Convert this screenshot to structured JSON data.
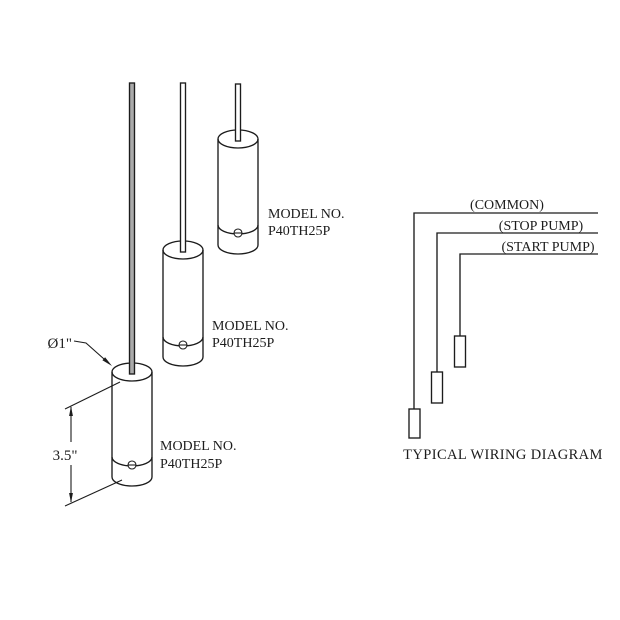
{
  "drawing": {
    "background": "#ffffff",
    "ink": "#1c1c1c"
  },
  "probes": [
    {
      "label_line1": "MODEL NO.",
      "label_line2": "P40TH25P"
    },
    {
      "label_line1": "MODEL NO.",
      "label_line2": "P40TH25P"
    },
    {
      "label_line1": "MODEL NO.",
      "label_line2": "P40TH25P"
    }
  ],
  "dimensions": {
    "rod_diameter_label": "Ø1\"",
    "body_height_label": "3.5\""
  },
  "wiring_diagram": {
    "caption": "TYPICAL WIRING DIAGRAM",
    "wires": [
      {
        "label": "(COMMON)"
      },
      {
        "label": "(STOP PUMP)"
      },
      {
        "label": "(START PUMP)"
      }
    ]
  }
}
